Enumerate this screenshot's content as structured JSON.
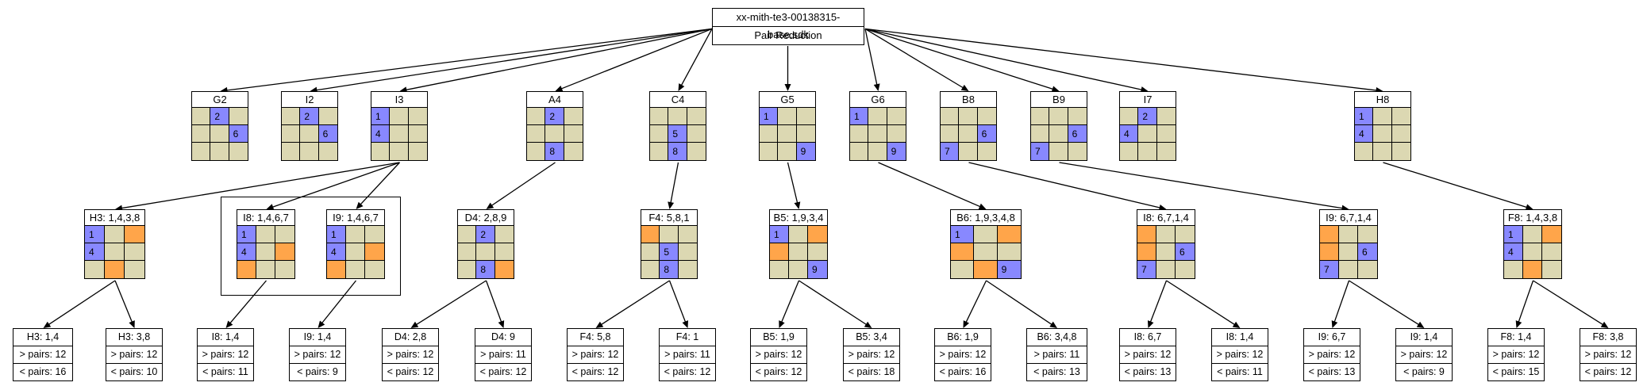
{
  "colors": {
    "empty": "#dcd8b2",
    "given": "#8888ff",
    "pair": "#ffa54a",
    "line": "#000000"
  },
  "root": {
    "file": "xx-mith-te3-00138315-base.sdk",
    "label": "Pair Reduction"
  },
  "boxes": [
    {
      "id": "G2",
      "title": "G2",
      "cells": [
        "",
        "2",
        "",
        "",
        "",
        "6",
        "",
        "",
        ""
      ],
      "fills": [
        "e",
        "g",
        "e",
        "e",
        "e",
        "g",
        "e",
        "e",
        "e"
      ]
    },
    {
      "id": "I2",
      "title": "I2",
      "cells": [
        "",
        "2",
        "",
        "",
        "",
        "6",
        "",
        "",
        ""
      ],
      "fills": [
        "e",
        "g",
        "e",
        "e",
        "e",
        "g",
        "e",
        "e",
        "e"
      ]
    },
    {
      "id": "I3",
      "title": "I3",
      "cells": [
        "1",
        "",
        "",
        "4",
        "",
        "",
        "",
        "",
        ""
      ],
      "fills": [
        "g",
        "e",
        "e",
        "g",
        "e",
        "e",
        "e",
        "e",
        "e"
      ]
    },
    {
      "id": "A4",
      "title": "A4",
      "cells": [
        "",
        "2",
        "",
        "",
        "",
        "",
        "",
        "8",
        ""
      ],
      "fills": [
        "e",
        "g",
        "e",
        "e",
        "e",
        "e",
        "e",
        "g",
        "e"
      ]
    },
    {
      "id": "C4",
      "title": "C4",
      "cells": [
        "",
        "",
        "",
        "",
        "5",
        "",
        "",
        "8",
        ""
      ],
      "fills": [
        "e",
        "e",
        "e",
        "e",
        "g",
        "e",
        "e",
        "g",
        "e"
      ]
    },
    {
      "id": "G5",
      "title": "G5",
      "cells": [
        "1",
        "",
        "",
        "",
        "",
        "",
        "",
        "",
        "9"
      ],
      "fills": [
        "g",
        "e",
        "e",
        "e",
        "e",
        "e",
        "e",
        "e",
        "g"
      ]
    },
    {
      "id": "G6",
      "title": "G6",
      "cells": [
        "1",
        "",
        "",
        "",
        "",
        "",
        "",
        "",
        "9"
      ],
      "fills": [
        "g",
        "e",
        "e",
        "e",
        "e",
        "e",
        "e",
        "e",
        "g"
      ]
    },
    {
      "id": "B8",
      "title": "B8",
      "cells": [
        "",
        "",
        "",
        "",
        "",
        "6",
        "7",
        "",
        ""
      ],
      "fills": [
        "e",
        "e",
        "e",
        "e",
        "e",
        "g",
        "g",
        "e",
        "e"
      ]
    },
    {
      "id": "B9",
      "title": "B9",
      "cells": [
        "",
        "",
        "",
        "",
        "",
        "6",
        "7",
        "",
        ""
      ],
      "fills": [
        "e",
        "e",
        "e",
        "e",
        "e",
        "g",
        "g",
        "e",
        "e"
      ]
    },
    {
      "id": "I7",
      "title": "I7",
      "cells": [
        "",
        "2",
        "",
        "4",
        "",
        "",
        "",
        "",
        ""
      ],
      "fills": [
        "e",
        "g",
        "e",
        "g",
        "e",
        "e",
        "e",
        "e",
        "e"
      ]
    },
    {
      "id": "H8",
      "title": "H8",
      "cells": [
        "1",
        "",
        "",
        "4",
        "",
        "",
        "",
        "",
        ""
      ],
      "fills": [
        "g",
        "e",
        "e",
        "g",
        "e",
        "e",
        "e",
        "e",
        "e"
      ]
    },
    {
      "id": "H3",
      "title": "H3: 1,4,3,8",
      "cells": [
        "1",
        "",
        "",
        "4",
        "",
        "",
        "",
        "",
        ""
      ],
      "fills": [
        "g",
        "e",
        "p",
        "g",
        "e",
        "e",
        "e",
        "p",
        "e"
      ]
    },
    {
      "id": "I8a",
      "title": "I8: 1,4,6,7",
      "cells": [
        "1",
        "",
        "",
        "4",
        "",
        "",
        "",
        "",
        ""
      ],
      "fills": [
        "g",
        "e",
        "e",
        "g",
        "e",
        "p",
        "p",
        "e",
        "e"
      ]
    },
    {
      "id": "I9a",
      "title": "I9: 1,4,6,7",
      "cells": [
        "1",
        "",
        "",
        "4",
        "",
        "",
        "",
        "",
        ""
      ],
      "fills": [
        "g",
        "e",
        "e",
        "g",
        "e",
        "p",
        "p",
        "e",
        "e"
      ]
    },
    {
      "id": "D4",
      "title": "D4: 2,8,9",
      "cells": [
        "",
        "2",
        "",
        "",
        "",
        "",
        "",
        "8",
        ""
      ],
      "fills": [
        "e",
        "g",
        "e",
        "e",
        "e",
        "e",
        "e",
        "g",
        "p"
      ]
    },
    {
      "id": "F4",
      "title": "F4: 5,8,1",
      "cells": [
        "",
        "",
        "",
        "",
        "5",
        "",
        "",
        "8",
        ""
      ],
      "fills": [
        "p",
        "e",
        "e",
        "e",
        "g",
        "e",
        "e",
        "g",
        "e"
      ]
    },
    {
      "id": "B5",
      "title": "B5: 1,9,3,4",
      "cells": [
        "1",
        "",
        "",
        "",
        "",
        "",
        "",
        "",
        "9"
      ],
      "fills": [
        "g",
        "e",
        "p",
        "p",
        "e",
        "e",
        "e",
        "e",
        "g"
      ]
    },
    {
      "id": "B6",
      "title": "B6: 1,9,3,4,8",
      "cells": [
        "1",
        "",
        "",
        "",
        "",
        "",
        "",
        "",
        "9"
      ],
      "fills": [
        "g",
        "e",
        "p",
        "p",
        "e",
        "e",
        "e",
        "p",
        "g"
      ]
    },
    {
      "id": "I8b",
      "title": "I8: 6,7,1,4",
      "cells": [
        "",
        "",
        "",
        "",
        "",
        "6",
        "7",
        "",
        ""
      ],
      "fills": [
        "p",
        "e",
        "e",
        "p",
        "e",
        "g",
        "g",
        "e",
        "e"
      ]
    },
    {
      "id": "I9b",
      "title": "I9: 6,7,1,4",
      "cells": [
        "",
        "",
        "",
        "",
        "",
        "6",
        "7",
        "",
        ""
      ],
      "fills": [
        "p",
        "e",
        "e",
        "p",
        "e",
        "g",
        "g",
        "e",
        "e"
      ]
    },
    {
      "id": "F8",
      "title": "F8: 1,4,3,8",
      "cells": [
        "1",
        "",
        "",
        "4",
        "",
        "",
        "",
        "",
        ""
      ],
      "fills": [
        "g",
        "e",
        "p",
        "g",
        "e",
        "e",
        "e",
        "p",
        "e"
      ]
    }
  ],
  "leaves": [
    {
      "id": "L1",
      "title": "H3: 1,4",
      "more": "> pairs: 12",
      "less": "< pairs: 16"
    },
    {
      "id": "L2",
      "title": "H3: 3,8",
      "more": "> pairs: 12",
      "less": "< pairs: 10"
    },
    {
      "id": "L3",
      "title": "I8: 1,4",
      "more": "> pairs: 12",
      "less": "< pairs: 11"
    },
    {
      "id": "L4",
      "title": "I9: 1,4",
      "more": "> pairs: 12",
      "less": "< pairs: 9"
    },
    {
      "id": "L5",
      "title": "D4: 2,8",
      "more": "> pairs: 12",
      "less": "< pairs: 12"
    },
    {
      "id": "L6",
      "title": "D4: 9",
      "more": "> pairs: 11",
      "less": "< pairs: 12"
    },
    {
      "id": "L7",
      "title": "F4: 5,8",
      "more": "> pairs: 12",
      "less": "< pairs: 12"
    },
    {
      "id": "L8",
      "title": "F4: 1",
      "more": "> pairs: 11",
      "less": "< pairs: 12"
    },
    {
      "id": "L9",
      "title": "B5: 1,9",
      "more": "> pairs: 12",
      "less": "< pairs: 12"
    },
    {
      "id": "L10",
      "title": "B5: 3,4",
      "more": "> pairs: 12",
      "less": "< pairs: 18"
    },
    {
      "id": "L11",
      "title": "B6: 1,9",
      "more": "> pairs: 12",
      "less": "< pairs: 16"
    },
    {
      "id": "L12",
      "title": "B6: 3,4,8",
      "more": "> pairs: 11",
      "less": "< pairs: 13"
    },
    {
      "id": "L13",
      "title": "I8: 6,7",
      "more": "> pairs: 12",
      "less": "< pairs: 13"
    },
    {
      "id": "L14",
      "title": "I8: 1,4",
      "more": "> pairs: 12",
      "less": "< pairs: 11"
    },
    {
      "id": "L15",
      "title": "I9: 6,7",
      "more": "> pairs: 12",
      "less": "< pairs: 13"
    },
    {
      "id": "L16",
      "title": "I9: 1,4",
      "more": "> pairs: 12",
      "less": "< pairs: 9"
    },
    {
      "id": "L17",
      "title": "F8: 1,4",
      "more": "> pairs: 12",
      "less": "< pairs: 15"
    },
    {
      "id": "L18",
      "title": "F8: 3,8",
      "more": "> pairs: 12",
      "less": "< pairs: 12"
    }
  ],
  "edges": [
    [
      "root",
      "G2"
    ],
    [
      "root",
      "I2"
    ],
    [
      "root",
      "I3"
    ],
    [
      "root",
      "A4"
    ],
    [
      "root",
      "C4"
    ],
    [
      "root",
      "G5"
    ],
    [
      "root",
      "G6"
    ],
    [
      "root",
      "B8"
    ],
    [
      "root",
      "B9"
    ],
    [
      "root",
      "I7"
    ],
    [
      "root",
      "H8"
    ],
    [
      "I3",
      "H3"
    ],
    [
      "I3",
      "I8a"
    ],
    [
      "I3",
      "I9a"
    ],
    [
      "A4",
      "D4"
    ],
    [
      "C4",
      "F4"
    ],
    [
      "G5",
      "B5"
    ],
    [
      "G6",
      "B6"
    ],
    [
      "B8",
      "I8b"
    ],
    [
      "B9",
      "I9b"
    ],
    [
      "H8",
      "F8"
    ],
    [
      "H3",
      "L1"
    ],
    [
      "H3",
      "L2"
    ],
    [
      "I8a",
      "L3"
    ],
    [
      "I9a",
      "L4"
    ],
    [
      "D4",
      "L5"
    ],
    [
      "D4",
      "L6"
    ],
    [
      "F4",
      "L7"
    ],
    [
      "F4",
      "L8"
    ],
    [
      "B5",
      "L9"
    ],
    [
      "B5",
      "L10"
    ],
    [
      "B6",
      "L11"
    ],
    [
      "B6",
      "L12"
    ],
    [
      "I8b",
      "L13"
    ],
    [
      "I8b",
      "L14"
    ],
    [
      "I9b",
      "L15"
    ],
    [
      "I9b",
      "L16"
    ],
    [
      "F8",
      "L17"
    ],
    [
      "F8",
      "L18"
    ]
  ]
}
